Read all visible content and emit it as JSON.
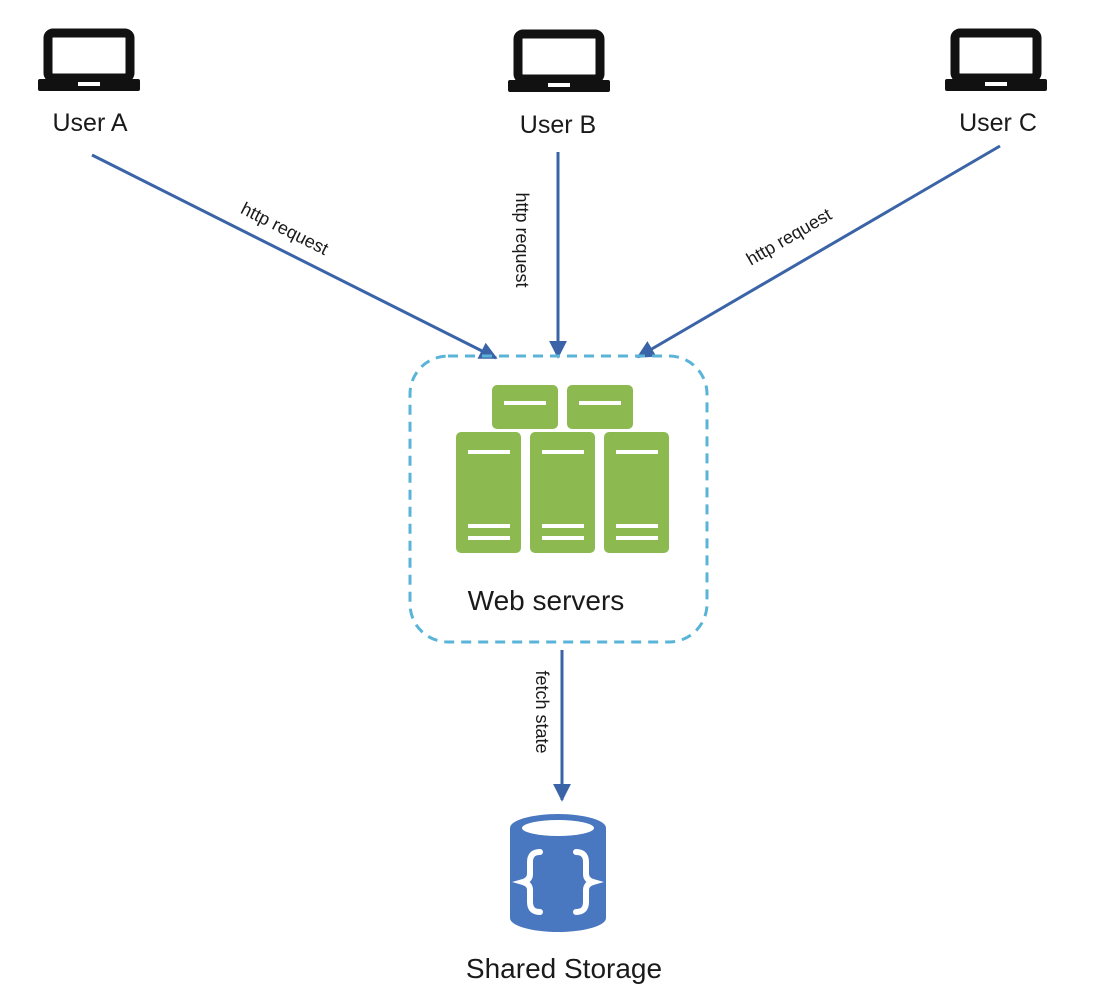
{
  "colors": {
    "arrow": "#3a64a7",
    "server_green": "#8cba51",
    "cluster_border": "#5ab4d8",
    "storage_blue": "#4a78c0",
    "laptop": "#111111"
  },
  "users": [
    {
      "label": "User A",
      "icon": "laptop-icon"
    },
    {
      "label": "User B",
      "icon": "laptop-icon"
    },
    {
      "label": "User C",
      "icon": "laptop-icon"
    }
  ],
  "edges": {
    "user_a": "http request",
    "user_b": "http request",
    "user_c": "http request",
    "servers_to_storage": "fetch state"
  },
  "web_servers": {
    "label": "Web servers",
    "icon": "server-rack-icon"
  },
  "storage": {
    "label": "Shared Storage",
    "icon": "database-icon"
  }
}
